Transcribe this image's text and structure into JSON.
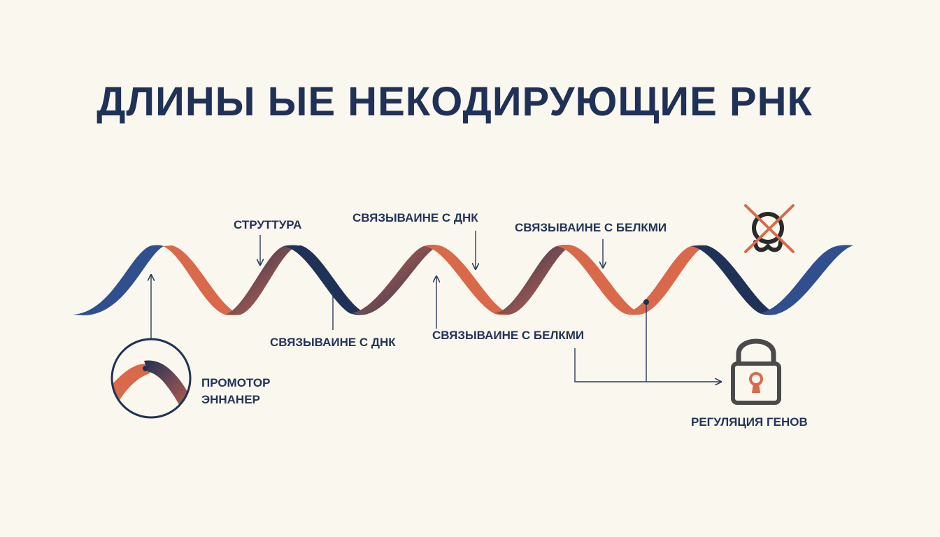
{
  "title": "ДЛИНЫ ЫЕ НЕКОДИРУЮЩИЕ РНК",
  "labels": {
    "structure": "СТРУТТУРА",
    "dna_binding_top": "СВЯЗЫВАИНЕ С ДНК",
    "protein_binding_top": "СВЯЗЫВАИНЕ С БЕЛКМИ",
    "dna_binding_bottom": "СВЯЗЫВАИНЕ С ДНК",
    "protein_binding_bottom": "СВЯЗЫВАИНЕ С БЕЛКМИ",
    "promoter": "ПРОМОТОР",
    "enhancer": "ЭННАНЕР",
    "gene_regulation": "РЕГУЛЯЦИЯ ГЕНОВ"
  },
  "icons": [
    "crossed-out-protein-icon",
    "padlock-icon"
  ],
  "colors": {
    "navy": "#1f3157",
    "strand_blue": "#2f4f8f",
    "strand_orange": "#d9694a",
    "background": "#faf7ee",
    "cross_red": "#d9694a"
  }
}
